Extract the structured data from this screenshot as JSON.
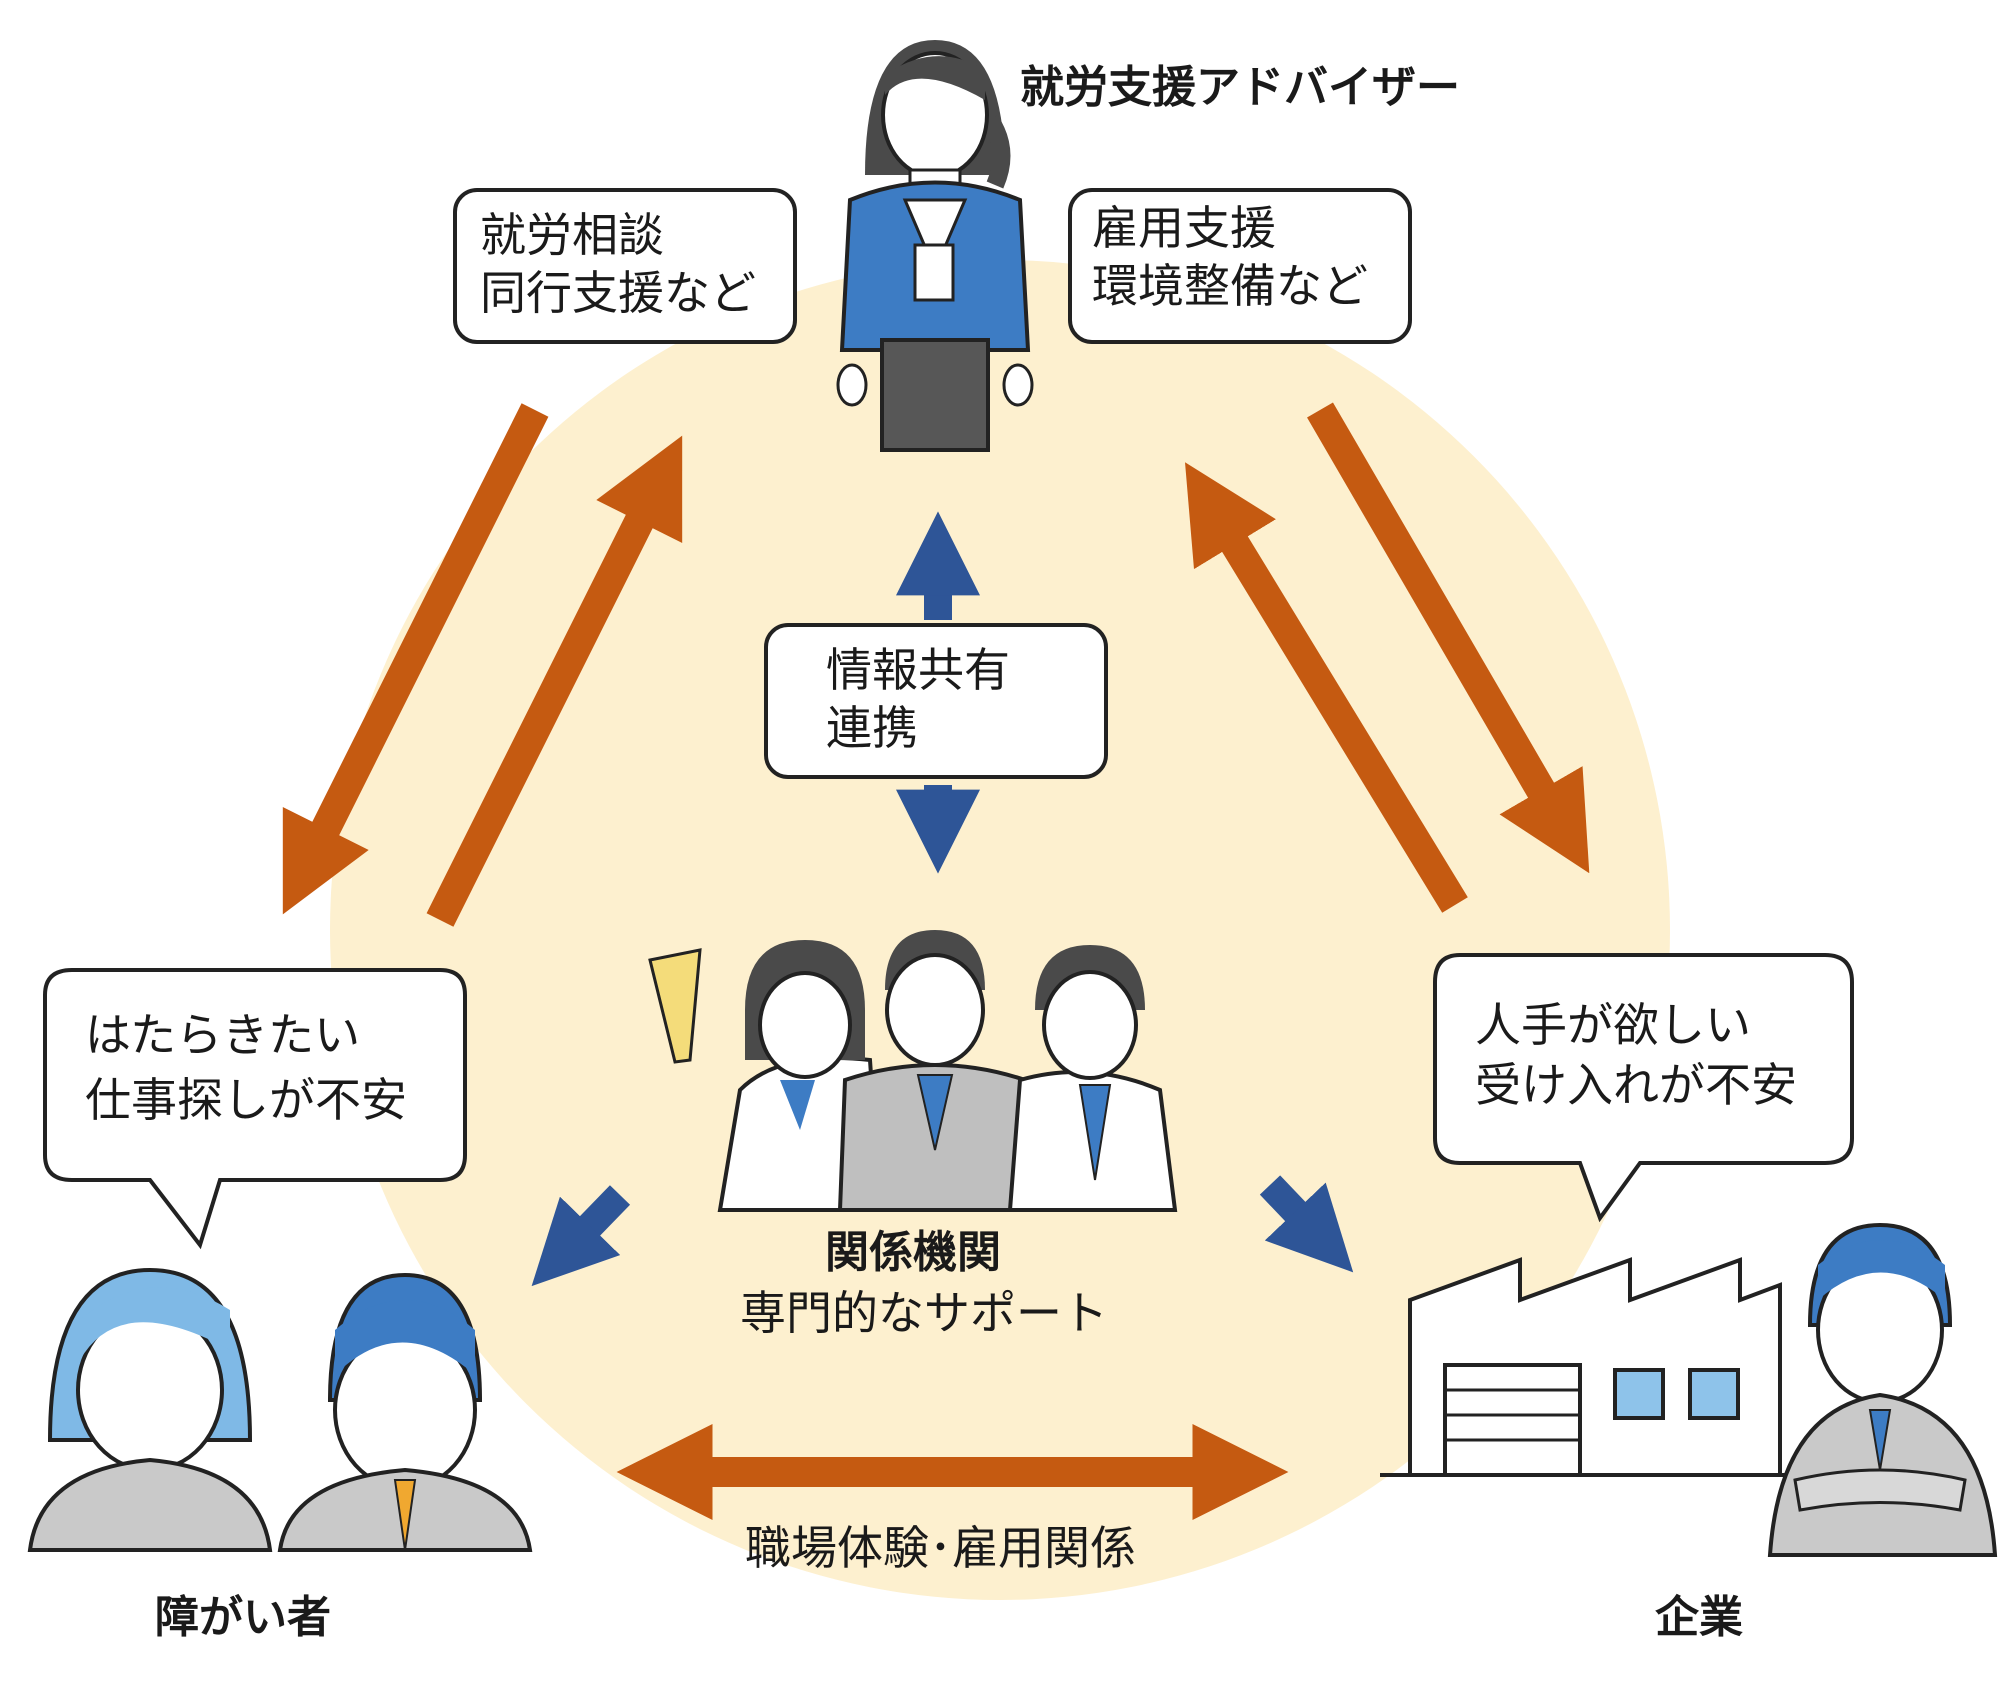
{
  "nodes": {
    "advisor": {
      "label": "就労支援アドバイザー"
    },
    "disabled": {
      "label": "障がい者"
    },
    "company": {
      "label": "企業"
    },
    "agencies": {
      "label": "関係機関",
      "sublabel": "専門的なサポート"
    }
  },
  "boxes": {
    "advisor_to_person": {
      "lines": [
        "就労相談",
        "同行支援など"
      ]
    },
    "advisor_to_company": {
      "lines": [
        "雇用支援",
        "環境整備など"
      ]
    },
    "info_sharing": {
      "lines": [
        "情報共有",
        "連携"
      ]
    }
  },
  "speech": {
    "person": {
      "lines": [
        "はたらきたい",
        "仕事探しが不安"
      ]
    },
    "company": {
      "lines": [
        "人手が欲しい",
        "受け入れが不安"
      ]
    }
  },
  "bottom_link": {
    "label": "職場体験･雇用関係"
  },
  "colors": {
    "background_circle": "#fdf0cf",
    "orange_arrow": "#c55a11",
    "blue_arrow": "#2e5597",
    "box_border": "#222222",
    "suit_blue": "#3d7cc4",
    "suit_gray": "#b8b8b8",
    "hair": "#4a4a4a"
  }
}
